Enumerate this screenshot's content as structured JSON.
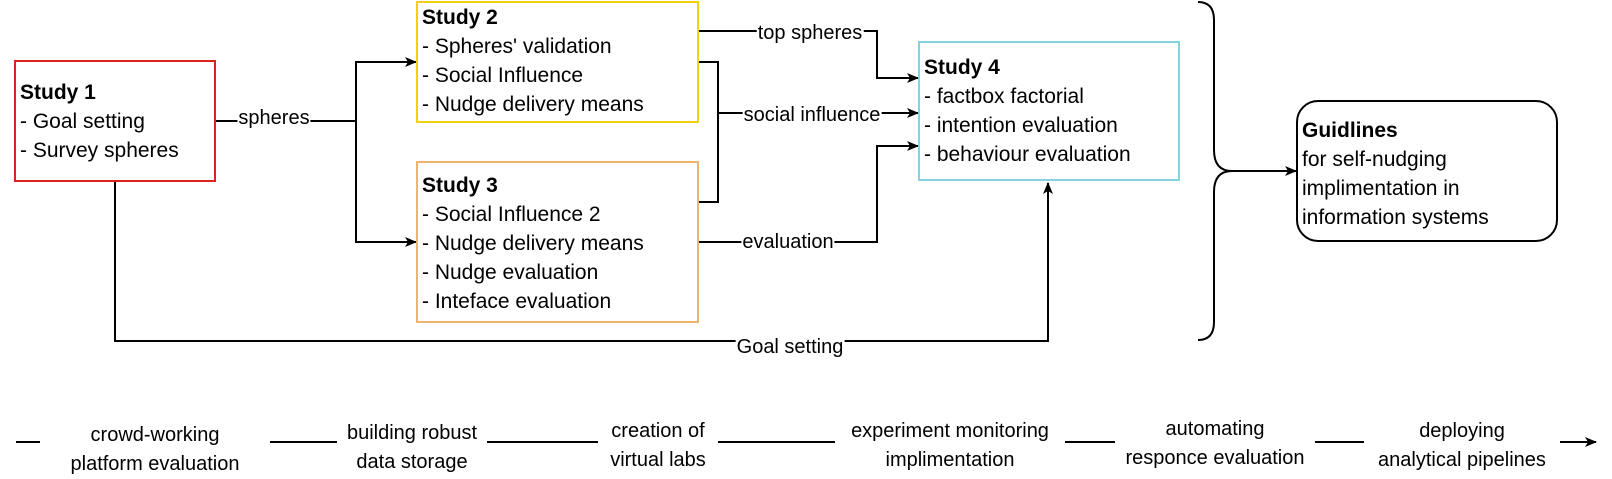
{
  "study1": {
    "title": "Study 1",
    "items": [
      "- Goal setting",
      "- Survey spheres"
    ]
  },
  "study2": {
    "title": "Study 2",
    "items": [
      "- Spheres' validation",
      "- Social Influence",
      "- Nudge delivery means"
    ]
  },
  "study3": {
    "title": "Study 3",
    "items": [
      "- Social Influence 2",
      "- Nudge delivery means",
      "- Nudge evaluation",
      "- Inteface evaluation"
    ]
  },
  "study4": {
    "title": "Study 4",
    "items": [
      "- factbox factorial",
      "- intention evaluation",
      "- behaviour evaluation"
    ]
  },
  "guidelines": {
    "title": "Guidlines",
    "items": [
      "for self-nudging",
      "implimentation in",
      "information systems"
    ]
  },
  "edges": {
    "spheres": "spheres",
    "top_spheres": "top spheres",
    "social_influence": "social influence",
    "evaluation": "evaluation",
    "goal_setting": "Goal setting"
  },
  "timeline": [
    {
      "line1": "crowd-working",
      "line2": "platform evaluation"
    },
    {
      "line1": "building robust",
      "line2": "data storage"
    },
    {
      "line1": "creation of",
      "line2": "virtual labs"
    },
    {
      "line1": "experiment monitoring",
      "line2": "implimentation"
    },
    {
      "line1": "automating",
      "line2": "responce evaluation"
    },
    {
      "line1": "deploying",
      "line2": "analytical pipelines"
    }
  ],
  "colors": {
    "study1": "#e0201d",
    "study2": "#f2d013",
    "study3": "#f2b36e",
    "study4": "#86d2df",
    "guidelines": "#000000"
  }
}
